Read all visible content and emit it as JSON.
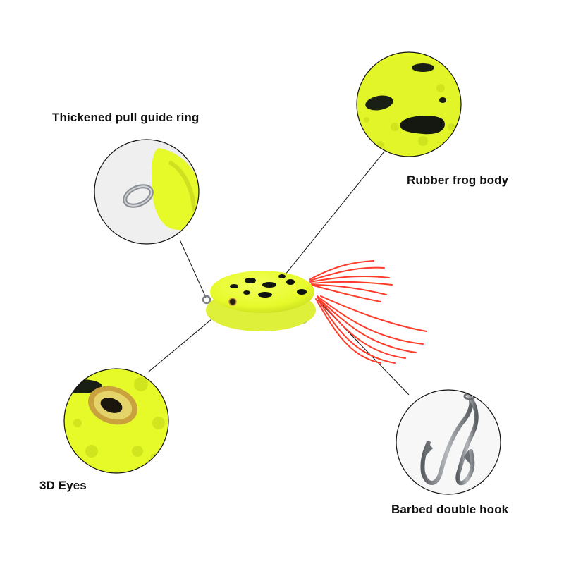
{
  "callouts": {
    "pull_ring": {
      "label": "Thickened pull guide ring"
    },
    "frog_body": {
      "label": "Rubber frog body"
    },
    "eyes": {
      "label": "3D Eyes"
    },
    "hook": {
      "label": "Barbed double hook"
    }
  },
  "colors": {
    "lure_body": "#e6fa2a",
    "lure_belly": "#dff03a",
    "spots": "#0f1410",
    "skirt": "#ff3b2a",
    "hook_metal": "#7c7f84",
    "leader_lines": "#111111",
    "circle_outline": "#111111"
  }
}
